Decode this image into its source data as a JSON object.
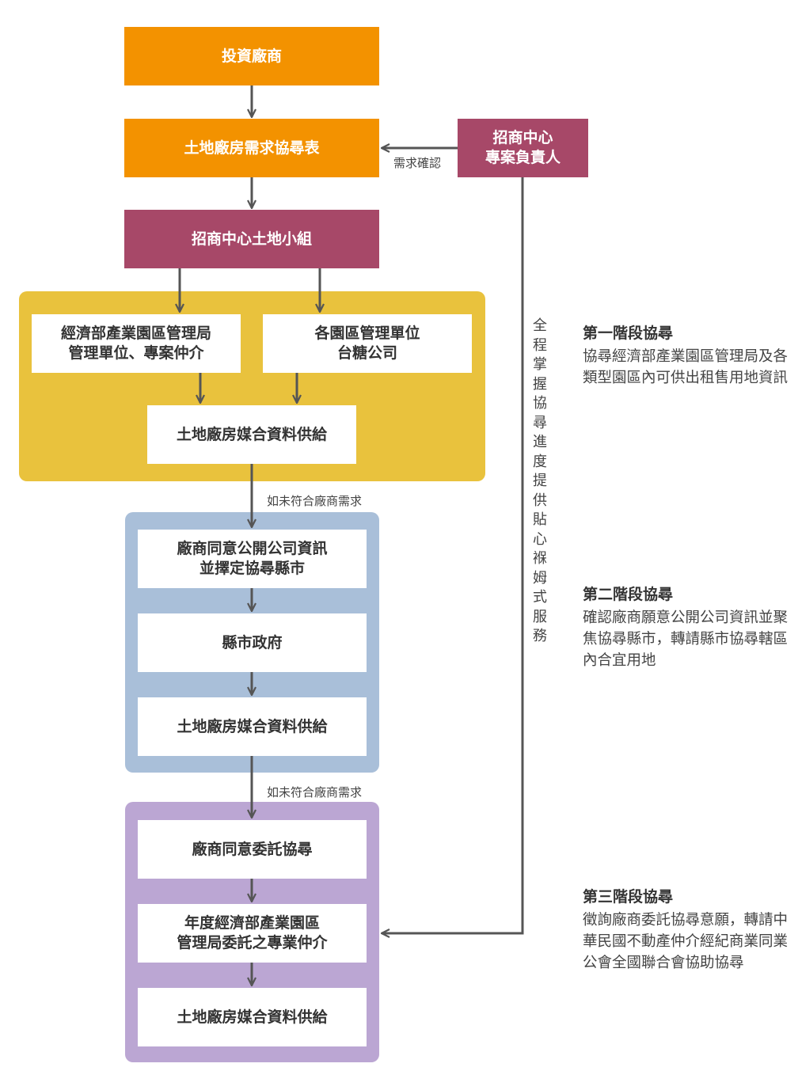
{
  "nodes": {
    "investor": "投資廠商",
    "demand_form": "土地廠房需求協尋表",
    "land_team": "招商中心土地小組",
    "moea_units_line1": "經濟部產業園區管理局",
    "moea_units_line2": "管理單位、專案仲介",
    "park_units_line1": "各園區管理單位",
    "park_units_line2": "台糖公司",
    "match_1": "土地廠房媒合資料供給",
    "consent_public_line1": "廠商同意公開公司資訊",
    "consent_public_line2": "並擇定協尋縣市",
    "county_gov": "縣市政府",
    "match_2": "土地廠房媒合資料供給",
    "consent_entrust": "廠商同意委託協尋",
    "annual_broker_line1": "年度經濟部產業園區",
    "annual_broker_line2": "管理局委託之專業仲介",
    "match_3": "土地廠房媒合資料供給",
    "manager_line1": "招商中心",
    "manager_line2": "專案負責人"
  },
  "labels": {
    "demand_confirm": "需求確認",
    "not_met_1": "如未符合廠商需求",
    "not_met_2": "如未符合廠商需求",
    "full_process": "全程掌握協尋進度　提供貼心褓姆式服務"
  },
  "stages": [
    {
      "title": "第一階段協尋",
      "desc": "協尋經濟部產業園區管理局及各類型園區內可供出租售用地資訊"
    },
    {
      "title": "第二階段協尋",
      "desc": "確認廠商願意公開公司資訊並聚焦協尋縣市，轉請縣市協尋轄區內合宜用地"
    },
    {
      "title": "第三階段協尋",
      "desc": "徵詢廠商委託協尋意願，轉請中華民國不動產仲介經紀商業同業公會全國聯合會協助協尋"
    }
  ],
  "colors": {
    "orange": "#f39200",
    "maroon": "#a74868",
    "stage1_bg": "#e9c23d",
    "stage2_bg": "#a9bfd9",
    "stage3_bg": "#bba6d3",
    "arrow": "#555555"
  }
}
